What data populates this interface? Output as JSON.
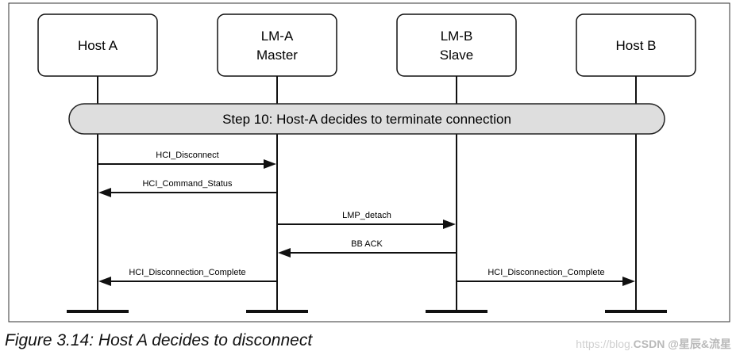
{
  "diagram": {
    "entities": [
      {
        "id": "host_a",
        "lines": [
          "Host A"
        ]
      },
      {
        "id": "lm_a",
        "lines": [
          "LM-A",
          "Master"
        ]
      },
      {
        "id": "lm_b",
        "lines": [
          "LM-B",
          "Slave"
        ]
      },
      {
        "id": "host_b",
        "lines": [
          "Host B"
        ]
      }
    ],
    "step_banner": "Step 10: Host-A decides to terminate connection",
    "messages": [
      {
        "label": "HCI_Disconnect",
        "from": "host_a",
        "to": "lm_a"
      },
      {
        "label": "HCI_Command_Status",
        "from": "lm_a",
        "to": "host_a"
      },
      {
        "label": "LMP_detach",
        "from": "lm_a",
        "to": "lm_b"
      },
      {
        "label": "BB ACK",
        "from": "lm_b",
        "to": "lm_a"
      },
      {
        "label": "HCI_Disconnection_Complete",
        "from": "lm_a",
        "to": "host_a"
      },
      {
        "label": "HCI_Disconnection_Complete",
        "from": "lm_b",
        "to": "host_b"
      }
    ]
  },
  "caption": "Figure 3.14:  Host A decides to disconnect",
  "watermark": {
    "light": "https://blog.",
    "dark": "CSDN @星辰&流星"
  }
}
